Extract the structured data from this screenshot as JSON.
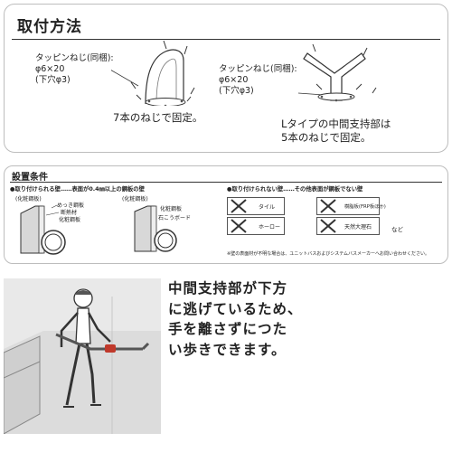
{
  "mounting": {
    "title": "取付方法",
    "left_spec": [
      "タッピンねじ(同梱):",
      "φ6×20",
      "(下穴φ3)"
    ],
    "left_caption": "7本のねじで固定。",
    "right_spec": [
      "タッピンねじ(同梱):",
      "φ6×20",
      "(下穴φ3)"
    ],
    "right_caption": [
      "Lタイプの中間支持部は",
      "5本のねじで固定。"
    ]
  },
  "conditions": {
    "title": "設置条件",
    "ok_heading": "●取り付けられる壁……表面が0.4㎜以上の鋼板の壁",
    "ng_heading": "●取り付けられない壁……その他表面が鋼板でない壁",
    "wall1": {
      "label": "(化粧鋼板)",
      "layers": [
        "めっき鋼板",
        "断熱材",
        "化粧鋼板"
      ]
    },
    "wall2": {
      "label": "(化粧鋼板)",
      "layers": [
        "化粧鋼板",
        "石こうボード"
      ]
    },
    "ng_items": [
      "タイル",
      "ホーロー",
      "樹脂板(FRP板ほか)",
      "天然大理石"
    ],
    "etc": "など",
    "note": "※壁の表面材が不明な場合は、ユニットバスおよびシステムバスメーカーへお問い合わせください。"
  },
  "feature": {
    "lines": [
      "中間支持部が下方",
      "に逃げているため、",
      "手を離さずにつた",
      "い歩きできます。"
    ]
  },
  "colors": {
    "border": "#bdbdbd",
    "photo_bg": "#e9e9e9",
    "handle_red": "#c0392b"
  }
}
